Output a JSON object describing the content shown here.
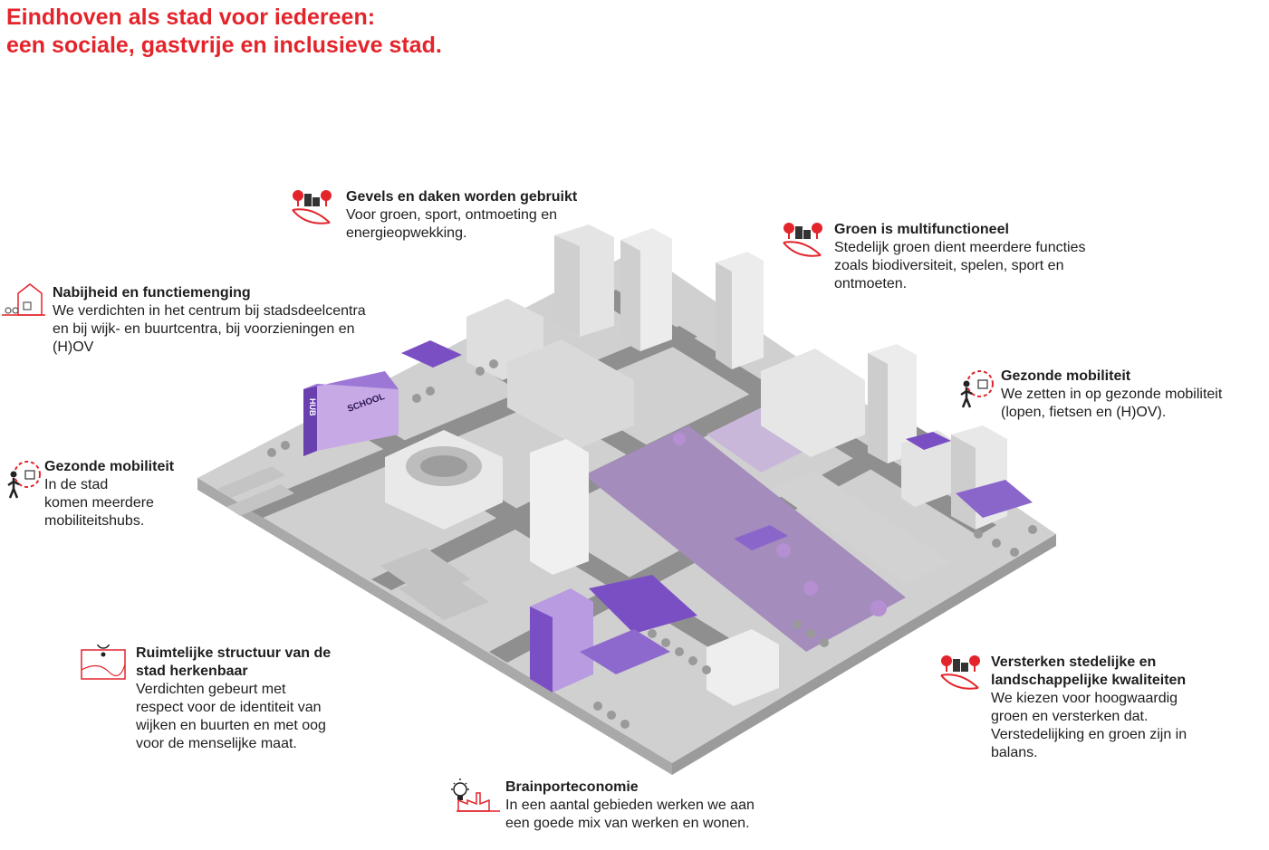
{
  "title": {
    "line1": "Eindhoven als stad voor iedereen:",
    "line2": "een sociale, gastvrije en inclusieve stad."
  },
  "city_labels": {
    "hub": "HUB",
    "school": "SCHOOL"
  },
  "callouts": [
    {
      "id": "gevels",
      "icon": "trees-buildings-leaf-icon",
      "title": [
        "Gevels en daken worden gebruikt"
      ],
      "body": [
        "Voor groen, sport, ontmoeting en",
        "energieopwekking."
      ]
    },
    {
      "id": "groen",
      "icon": "trees-buildings-leaf-icon",
      "title": [
        "Groen is multifunctioneel"
      ],
      "body": [
        "Stedelijk groen dient meerdere functies",
        "zoals biodiversiteit, spelen, sport en",
        "ontmoeten."
      ]
    },
    {
      "id": "nabijheid",
      "icon": "house-puzzle-icon",
      "title": [
        "Nabijheid en functiemenging"
      ],
      "body": [
        "We verdichten in het centrum bij stadsdeelcentra",
        "en bij wijk- en buurtcentra, bij voorzieningen en",
        "(H)OV"
      ]
    },
    {
      "id": "mobiliteit-rechts",
      "icon": "walker-mobility-gear-icon",
      "title": [
        "Gezonde mobiliteit"
      ],
      "body": [
        "We zetten in op gezonde mobiliteit",
        "(lopen, fietsen en (H)OV)."
      ]
    },
    {
      "id": "mobiliteit-links",
      "icon": "walker-mobility-gear-icon",
      "title": [
        "Gezonde mobiliteit"
      ],
      "body": [
        "In de stad",
        "komen meerdere",
        "mobiliteitshubs."
      ]
    },
    {
      "id": "ruimtelijk",
      "icon": "map-pin-icon",
      "title": [
        "Ruimtelijke structuur van de",
        "stad herkenbaar"
      ],
      "body": [
        "Verdichten gebeurt met",
        "respect voor de identiteit van",
        "wijken en buurten en met oog",
        "voor de menselijke maat."
      ]
    },
    {
      "id": "versterken",
      "icon": "trees-buildings-leaf-icon",
      "title": [
        "Versterken stedelijke en",
        "landschappelijke kwaliteiten"
      ],
      "body": [
        "We kiezen voor hoogwaardig",
        "groen en versterken dat.",
        "Verstedelijking en groen zijn in",
        "balans."
      ]
    },
    {
      "id": "brainport",
      "icon": "lightbulb-factory-icon",
      "title": [
        "Brainporteconomie"
      ],
      "body": [
        "In een aantal gebieden werken we aan",
        "een goede mix van werken en wonen."
      ]
    }
  ],
  "colors": {
    "accent_red": "#e3242b",
    "purple": "#7b4fc4",
    "purple_light": "#b89be0",
    "park_purple": "#a48cbd",
    "building_grey": "#d6d6d6",
    "road_grey": "#8c8c8c"
  }
}
